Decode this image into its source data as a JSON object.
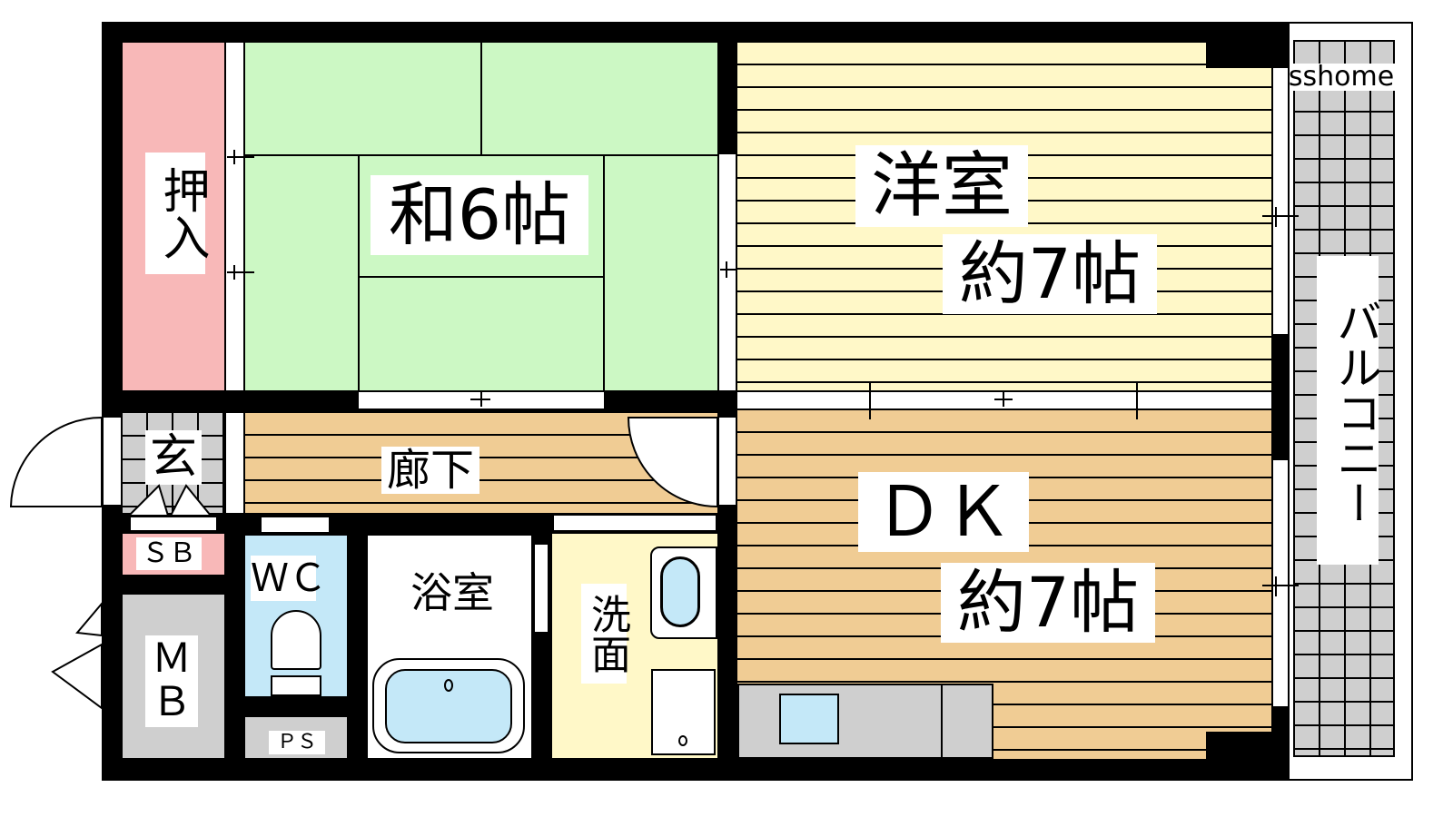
{
  "title": "間取り図",
  "watermark": "sshome",
  "rooms": {
    "oshiire": "押入",
    "washitsu": "和6帖",
    "yoshitsu_name": "洋室",
    "yoshitsu_size": "約7帖",
    "dk_name": "ＤＫ",
    "dk_size": "約7帖",
    "genkan": "玄",
    "rouka": "廊下",
    "sb": "ＳＢ",
    "mb": "ＭＢ",
    "wc": "ＷＣ",
    "ps": "ＰＳ",
    "yokushitsu": "浴室",
    "senmen": "洗面",
    "balcony": "バルコニー"
  },
  "colors": {
    "oshiire": "#f8b8b8",
    "washitsu": "#ccf8c4",
    "yoshitsu": "#fff8c8",
    "dk": "#f0cc94",
    "gray": "#cfcfcf",
    "water": "#c4e8f8"
  }
}
